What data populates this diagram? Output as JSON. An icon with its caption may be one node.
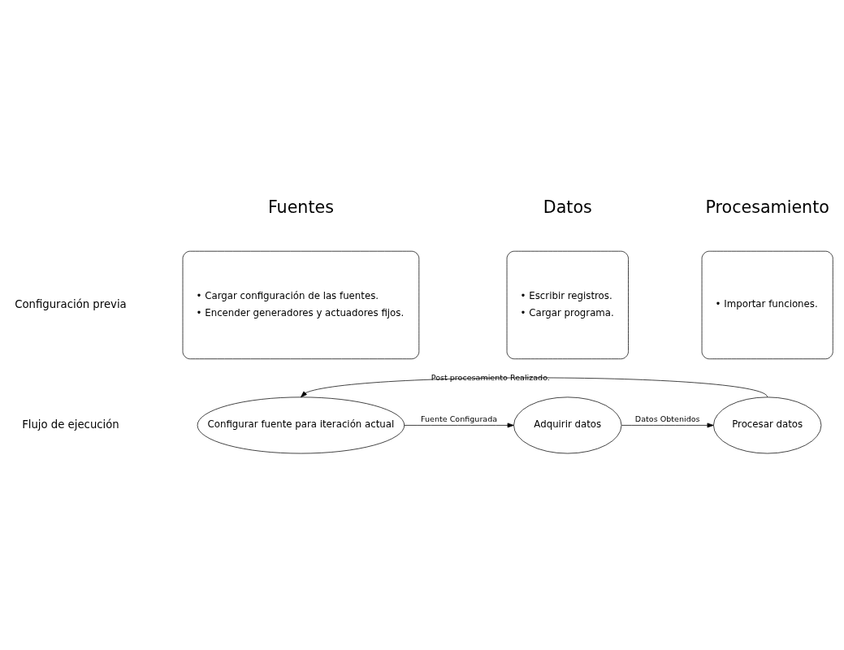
{
  "diagram": {
    "nodes": [
      {
        "text": [
          "• Cargar configuración de las fuentes.",
          "• Encender generadores y actuadores fijos."
        ]
      },
      {
        "text": [
          "• Escribir registros.",
          "• Cargar programa."
        ]
      },
      {
        "text": [
          "• Importar funciones."
        ]
      },
      {
        "text": [
          "Configurar fuente para iteración actual"
        ]
      },
      {
        "text": [
          "Adquirir datos"
        ]
      },
      {
        "text": [
          "Procesar datos"
        ]
      }
    ],
    "edges": [
      {
        "from": 3,
        "to": 4,
        "arrow": "to",
        "label": "Fuente Configurada"
      },
      {
        "from": 4,
        "to": 5,
        "arrow": "to",
        "label": "Datos Obtenidos"
      },
      {
        "from": 5,
        "to": 3,
        "arrow": "to",
        "label": "Post procesamiento Realizado."
      }
    ],
    "labels": [
      "Fuentes",
      "Datos",
      "Procesamiento",
      "Configuración previa",
      "Flujo de ejecución"
    ]
  }
}
